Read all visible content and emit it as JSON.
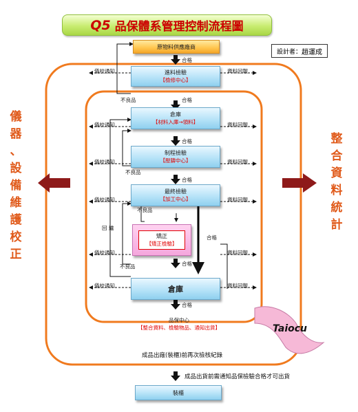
{
  "title": {
    "q": "Q5",
    "main": "品保體系管理控制流程圖"
  },
  "designer": {
    "label": "設計者：",
    "name": "趙運成"
  },
  "side_left": [
    "儀",
    "器",
    "、",
    "設",
    "備",
    "維",
    "護",
    "校",
    "正"
  ],
  "side_right": [
    "整",
    "合",
    "資",
    "料",
    "統",
    "計"
  ],
  "boxes": {
    "supplier": "原物料供應廠商",
    "incoming": {
      "title": "進料檢驗",
      "sub": "【檢修中心】"
    },
    "warehouse1": {
      "title": "倉庫",
      "sub": "【材料入庫→領料】"
    },
    "process": {
      "title": "制程檢驗",
      "sub": "【壓鑄中心】"
    },
    "final": {
      "title": "最終檢驗",
      "sub": "【加工中心】"
    },
    "correct": {
      "title": "矯正",
      "sub": "【矯正檢驗】"
    },
    "warehouse2": "倉庫",
    "packing": "裝櫃"
  },
  "labels": {
    "calib": "儀校通知",
    "data_report": "資料回報",
    "pass": "合格",
    "defect": "不良品",
    "rework": "回 爐",
    "qa_center": "品保中心",
    "qa_sub": "【整合資料、檢驗物品、通知出貨】",
    "record": "成品出廠(裝櫃)前再次檢核紀錄",
    "ship_note": "成品出貨前需通知品保檢驗合格才可出貨"
  },
  "colors": {
    "orange_loop": "#f07a1e",
    "side_text": "#e05a1a",
    "accent_red": "#e10000",
    "side_arrow": "#8e1a1a"
  },
  "brand": "Taiocu"
}
